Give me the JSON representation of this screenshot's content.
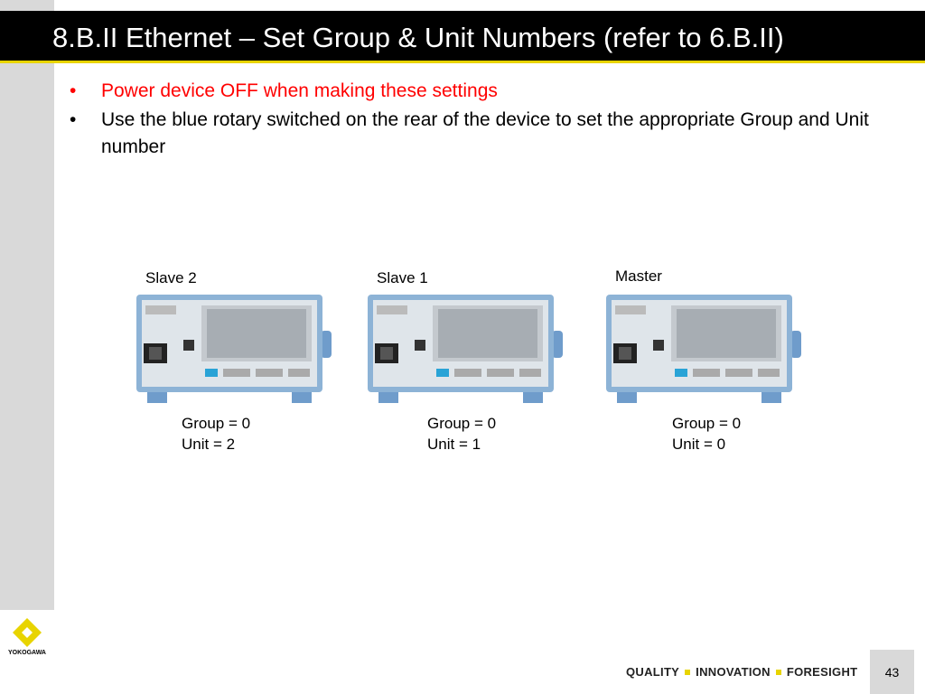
{
  "slide": {
    "title": "8.B.II Ethernet – Set Group & Unit Numbers (refer to 6.B.II)",
    "bullets": [
      "Power device OFF when making these settings",
      "Use the blue rotary switched on the rear of the device to set the appropriate Group and Unit number"
    ],
    "bullet_colors": [
      "#ff0000",
      "#000000"
    ]
  },
  "devices": [
    {
      "label": "Slave 2",
      "group": "Group = 0",
      "unit": "Unit = 2"
    },
    {
      "label": "Slave 1",
      "group": "Group = 0",
      "unit": "Unit = 1"
    },
    {
      "label": "Master",
      "group": "Group = 0",
      "unit": "Unit = 0"
    }
  ],
  "footer": {
    "logo_text": "YOKOGAWA",
    "tagline": [
      "QUALITY",
      "INNOVATION",
      "FORESIGHT"
    ],
    "page_number": "43"
  },
  "colors": {
    "title_bar": "#000000",
    "accent": "#e8d400",
    "device_frame": "#8db3d6",
    "warning_text": "#ff0000"
  }
}
